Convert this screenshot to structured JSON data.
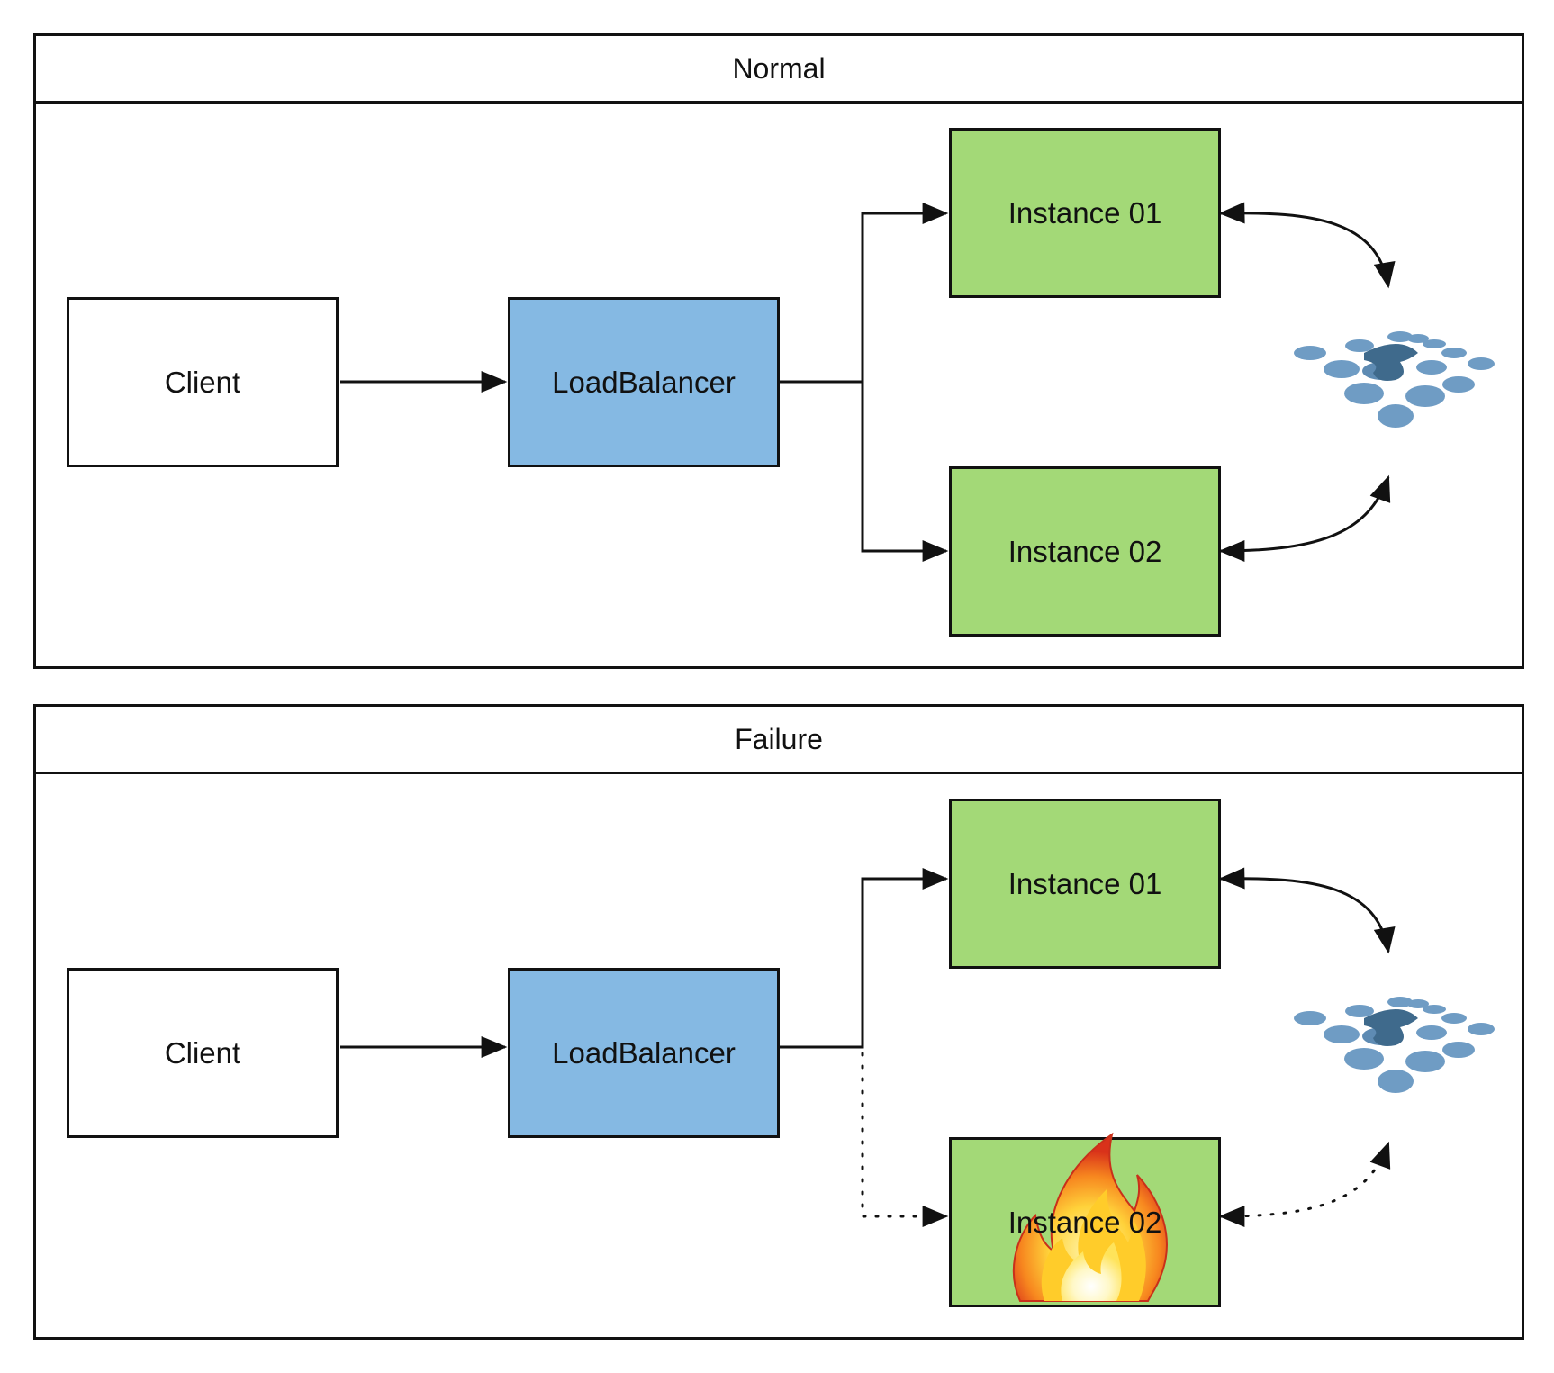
{
  "panels": [
    {
      "id": "normal",
      "title": "Normal",
      "nodes": {
        "client": "Client",
        "load_balancer": "LoadBalancer",
        "instance_1": "Instance 01",
        "instance_2": "Instance 02"
      },
      "instance_2_failed": false
    },
    {
      "id": "failure",
      "title": "Failure",
      "nodes": {
        "client": "Client",
        "load_balancer": "LoadBalancer",
        "instance_1": "Instance 01",
        "instance_2": "Instance 02"
      },
      "instance_2_failed": true
    }
  ],
  "icons": {
    "cluster_logo": "distributed-cache-logo-icon",
    "failure": "fire-icon"
  },
  "colors": {
    "client_fill": "#ffffff",
    "load_balancer_fill": "#85b9e3",
    "instance_fill": "#a3d977",
    "border": "#111111",
    "logo_light": "#6f9cc4",
    "logo_dark": "#3f6a8c"
  }
}
